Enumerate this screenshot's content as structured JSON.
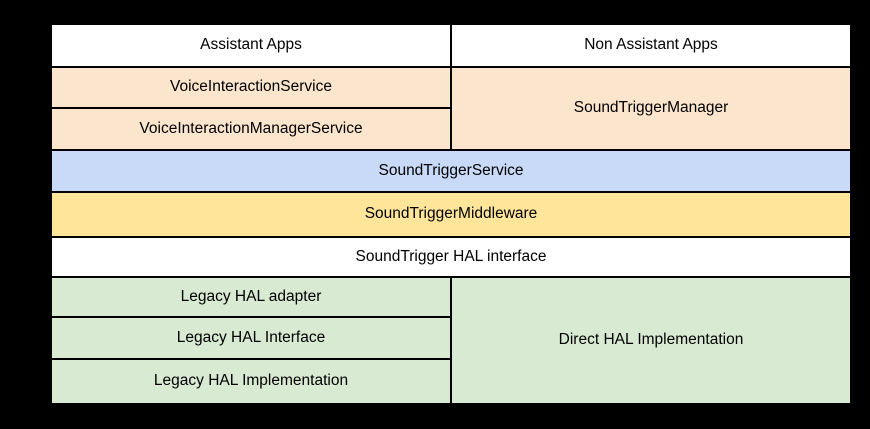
{
  "colors": {
    "background": "#000000",
    "border": "#000000",
    "text": "#000000",
    "white": "#ffffff",
    "orange": "#fce5cd",
    "blue": "#c9daf8",
    "yellow": "#ffe599",
    "green": "#d9ead3"
  },
  "cells": {
    "assistant_apps": "Assistant Apps",
    "non_assistant_apps": "Non Assistant Apps",
    "voice_interaction_service": "VoiceInteractionService",
    "sound_trigger_manager": "SoundTriggerManager",
    "voice_interaction_manager_service": "VoiceInteractionManagerService",
    "sound_trigger_service": "SoundTriggerService",
    "sound_trigger_middleware": "SoundTriggerMiddleware",
    "sound_trigger_hal_interface": "SoundTrigger HAL interface",
    "legacy_hal_adapter": "Legacy HAL adapter",
    "direct_hal_implementation": "Direct HAL Implementation",
    "legacy_hal_interface": "Legacy HAL Interface",
    "legacy_hal_implementation": "Legacy HAL Implementation"
  }
}
